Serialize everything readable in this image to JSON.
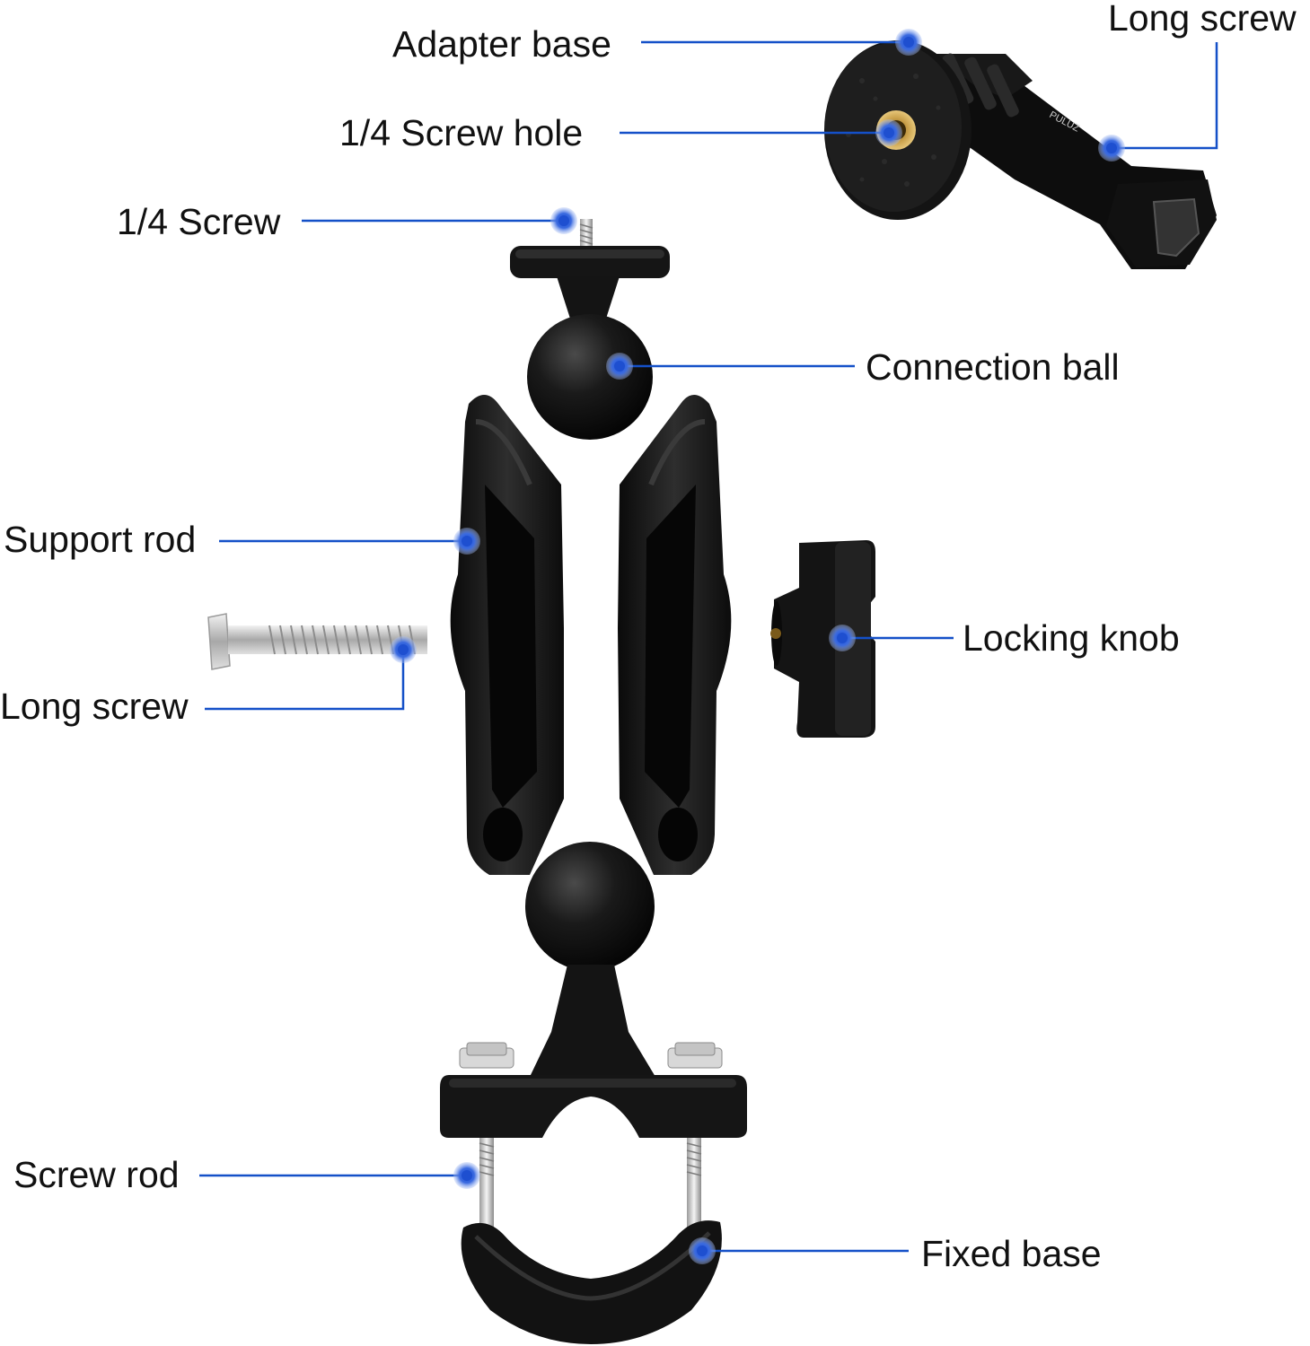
{
  "diagram": {
    "accent_color": "#1450c8",
    "callouts": [
      {
        "id": "adapter-base",
        "text": "Adapter base"
      },
      {
        "id": "long-screw-top",
        "text": "Long screw"
      },
      {
        "id": "screw-hole",
        "text": "1/4 Screw hole"
      },
      {
        "id": "quarter-screw",
        "text": "1/4 Screw"
      },
      {
        "id": "connection-ball",
        "text": "Connection ball"
      },
      {
        "id": "support-rod",
        "text": "Support rod"
      },
      {
        "id": "locking-knob",
        "text": "Locking knob"
      },
      {
        "id": "long-screw-left",
        "text": "Long screw"
      },
      {
        "id": "screw-rod",
        "text": "Screw rod"
      },
      {
        "id": "fixed-base",
        "text": "Fixed base"
      }
    ],
    "logo_text": "PULUZ"
  }
}
